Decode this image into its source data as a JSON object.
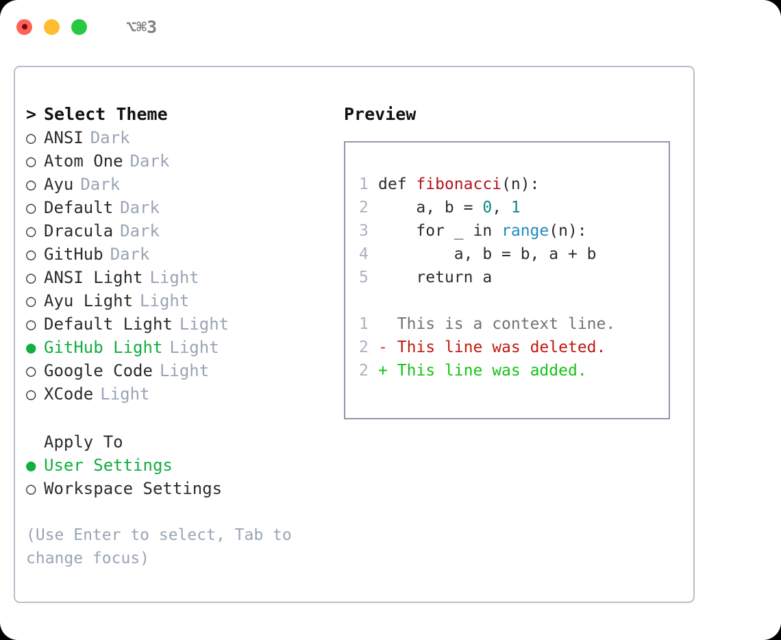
{
  "titlebar": {
    "traffic_lights": [
      {
        "name": "close",
        "color": "#ff6159"
      },
      {
        "name": "minimize",
        "color": "#febc2e"
      },
      {
        "name": "maximize",
        "color": "#26c940"
      }
    ],
    "shortcut": "⌥⌘3"
  },
  "theme_picker": {
    "header_marker": ">",
    "header": "Select Theme",
    "marker_unselected": "○",
    "marker_selected": "●",
    "items": [
      {
        "label": "ANSI",
        "tag": "Dark",
        "selected": false
      },
      {
        "label": "Atom One",
        "tag": "Dark",
        "selected": false
      },
      {
        "label": "Ayu",
        "tag": "Dark",
        "selected": false
      },
      {
        "label": "Default",
        "tag": "Dark",
        "selected": false
      },
      {
        "label": "Dracula",
        "tag": "Dark",
        "selected": false
      },
      {
        "label": "GitHub",
        "tag": "Dark",
        "selected": false
      },
      {
        "label": "ANSI Light",
        "tag": "Light",
        "selected": false
      },
      {
        "label": "Ayu Light",
        "tag": "Light",
        "selected": false
      },
      {
        "label": "Default Light",
        "tag": "Light",
        "selected": false
      },
      {
        "label": "GitHub Light",
        "tag": "Light",
        "selected": true
      },
      {
        "label": "Google Code",
        "tag": "Light",
        "selected": false
      },
      {
        "label": "XCode",
        "tag": "Light",
        "selected": false
      }
    ]
  },
  "apply_to": {
    "header": "Apply To",
    "items": [
      {
        "label": "User Settings",
        "selected": true
      },
      {
        "label": "Workspace Settings",
        "selected": false
      }
    ]
  },
  "hint": "(Use Enter to select, Tab to change focus)",
  "preview": {
    "title": "Preview",
    "code_lines": [
      {
        "num": "1",
        "parts": [
          {
            "t": "def ",
            "c": "plain"
          },
          {
            "t": "fibonacci",
            "c": "fn"
          },
          {
            "t": "(n):",
            "c": "plain"
          }
        ]
      },
      {
        "num": "2",
        "parts": [
          {
            "t": "    a, b = ",
            "c": "plain"
          },
          {
            "t": "0",
            "c": "num"
          },
          {
            "t": ", ",
            "c": "plain"
          },
          {
            "t": "1",
            "c": "num"
          }
        ]
      },
      {
        "num": "3",
        "parts": [
          {
            "t": "    for _ in ",
            "c": "plain"
          },
          {
            "t": "range",
            "c": "call"
          },
          {
            "t": "(n):",
            "c": "plain"
          }
        ]
      },
      {
        "num": "4",
        "parts": [
          {
            "t": "        a, b = b, a + b",
            "c": "plain"
          }
        ]
      },
      {
        "num": "5",
        "parts": [
          {
            "t": "    return a",
            "c": "plain"
          }
        ]
      }
    ],
    "diff_lines": [
      {
        "num": "1",
        "sign": " ",
        "text": "This is a context line.",
        "kind": "ctx"
      },
      {
        "num": "2",
        "sign": "-",
        "text": "This line was deleted.",
        "kind": "del"
      },
      {
        "num": "2",
        "sign": "+",
        "text": "This line was added.",
        "kind": "add"
      }
    ]
  },
  "colors": {
    "accent_green": "#12ae3f",
    "tag_gray": "#9aa4b5",
    "panel_border": "#b6bdca",
    "preview_border": "#8e97a8",
    "keyword_fn": "#b3131b",
    "number": "#0a8a80",
    "call": "#1f8ac0",
    "diff_add": "#13c313",
    "diff_del": "#c0190f"
  }
}
